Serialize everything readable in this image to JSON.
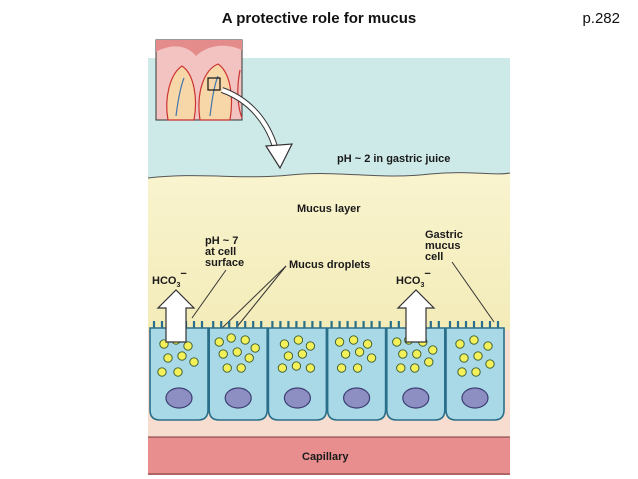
{
  "slide": {
    "title": "A protective role for mucus",
    "page_ref": "p.282"
  },
  "diagram": {
    "labels": {
      "gastric_juice": "pH ~ 2 in gastric juice",
      "mucus_layer": "Mucus layer",
      "ph_cell_line1": "pH ~ 7",
      "ph_cell_line2": "at cell",
      "ph_cell_line3": "surface",
      "mucus_droplets": "Mucus droplets",
      "gastric_cell_line1": "Gastric",
      "gastric_cell_line2": "mucus",
      "gastric_cell_line3": "cell",
      "hco3_left": "HCO",
      "hco3_right": "HCO",
      "hco3_subscript": "3",
      "hco3_charge": "−",
      "capillary": "Capillary"
    },
    "colors": {
      "gastric_juice": "#cdeae8",
      "mucus_layer": "#f7f0c4",
      "cell_fill": "#a9d9e6",
      "cell_stroke": "#2a6f8a",
      "nucleus": "#8d8fc2",
      "droplet": "#f3f05a",
      "capillary": "#e88e8e",
      "connective": "#f6ddd0"
    }
  }
}
